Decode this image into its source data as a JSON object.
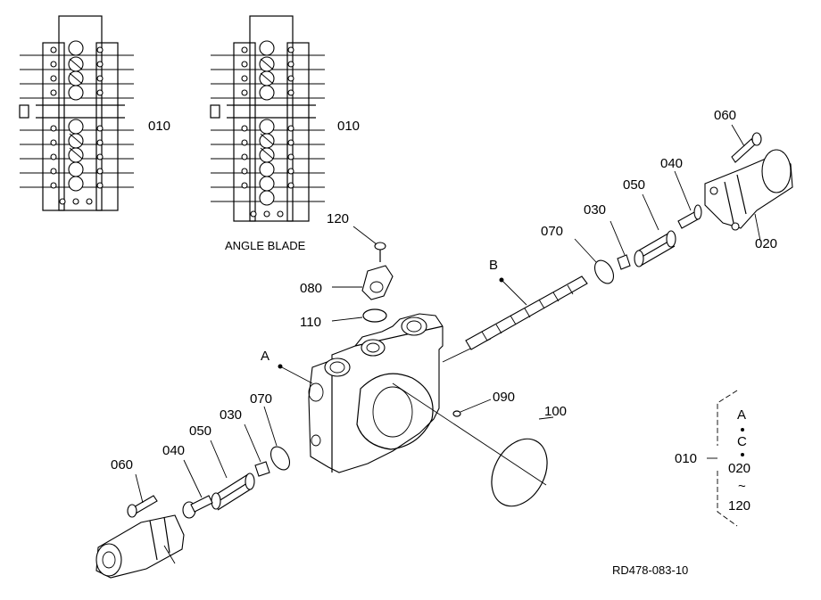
{
  "diagram": {
    "top_left_label": "010",
    "top_right_label": "010",
    "angle_blade_caption": "ANGLE BLADE",
    "part_labels": {
      "p060_top": "060",
      "p040_top": "040",
      "p050_top": "050",
      "p030_top": "030",
      "p070_top": "070",
      "p020": "020",
      "p120": "120",
      "p080": "080",
      "p110": "110",
      "pB": "B",
      "pA": "A",
      "p070_bot": "070",
      "p090": "090",
      "p100": "100",
      "p030_bot": "030",
      "p050_bot": "050",
      "p040_bot": "040",
      "p060_bot": "060"
    },
    "legend": {
      "left": "010",
      "items": [
        "A",
        "C",
        "020",
        "~",
        "120"
      ]
    },
    "figure_code": "RD478-083-10"
  }
}
